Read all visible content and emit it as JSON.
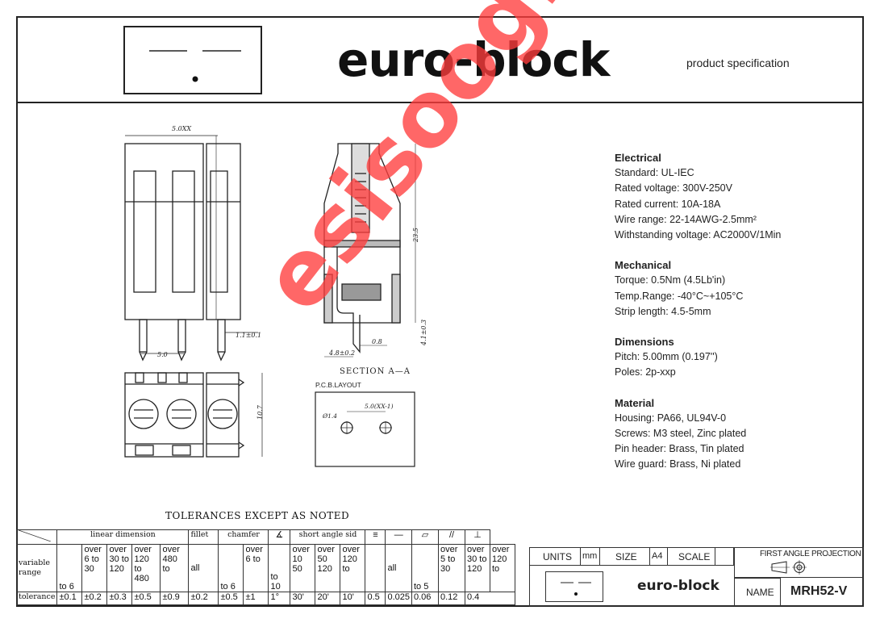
{
  "header": {
    "brand": "euro-block",
    "subtitle": "product specification"
  },
  "drawing": {
    "dim_top": "5.0XX",
    "dim_pitch": "5.0",
    "dim_pin": "1.1±0.1",
    "dim_height": "23.5",
    "dim_section_w": "4.8±0.2",
    "dim_section_pin": "0.8",
    "dim_section_pinlen": "4.1±0.3",
    "section_label": "SECTION A—A",
    "dim_depth": "10.7",
    "pcb_label": "P.C.B.LAYOUT",
    "pcb_pitch": "5.0(XX-1)",
    "pcb_hole": "Ø1.4"
  },
  "specs": [
    {
      "heading": "Electrical",
      "lines": [
        "Standard: UL-IEC",
        "Rated voltage: 300V-250V",
        "Rated current: 10A-18A",
        "Wire range: 22-14AWG-2.5mm²",
        "Withstanding voltage: AC2000V/1Min"
      ]
    },
    {
      "heading": "Mechanical",
      "lines": [
        "Torque: 0.5Nm (4.5Lb'in)",
        "Temp.Range: -40°C~+105°C",
        "Strip length: 4.5-5mm"
      ]
    },
    {
      "heading": "Dimensions",
      "lines": [
        "Pitch: 5.00mm (0.197'')",
        "Poles: 2p-xxp"
      ]
    },
    {
      "heading": "Material",
      "lines": [
        "Housing: PA66, UL94V-0",
        "Screws: M3 steel, Zinc plated",
        "Pin header: Brass, Tin plated",
        "Wire guard: Brass, Ni plated"
      ]
    }
  ],
  "tolerances": {
    "title": "TOLERANCES EXCEPT AS NOTED",
    "group_headers": [
      "linear dimension",
      "fillet",
      "chamfer",
      "short angle sid"
    ],
    "row_label_range": "variable range",
    "row_label_tol": "tolerance",
    "ranges": [
      "to 6",
      "over 6 to 30",
      "over 30 to 120",
      "over 120 to 480",
      "over 480 to",
      "all",
      "to 6",
      "over 6 to",
      "to 10",
      "over 10 50",
      "over 50 120",
      "over 120 to",
      "",
      "all",
      "to 5",
      "over 5 to 30",
      "over 30 to 120",
      "over 120 to"
    ],
    "values": [
      "±0.1",
      "±0.2",
      "±0.3",
      "±0.5",
      "±0.9",
      "±0.2",
      "±0.5",
      "±1",
      "1°",
      "30'",
      "20'",
      "10'",
      "0.5",
      "0.025",
      "0.06",
      "0.12",
      "0.4"
    ]
  },
  "title_block": {
    "units_label": "UNITS",
    "units_value": "mm",
    "size_label": "SIZE",
    "size_value": "A4",
    "scale_label": "SCALE",
    "projection_label": "FIRST ANGLE PROJECTION",
    "brand": "euro-block",
    "name_label": "NAME",
    "name_value": "MRH52-V"
  },
  "watermark": "esisoog.com",
  "colors": {
    "watermark": "#ff3c3c",
    "line": "#222222"
  }
}
